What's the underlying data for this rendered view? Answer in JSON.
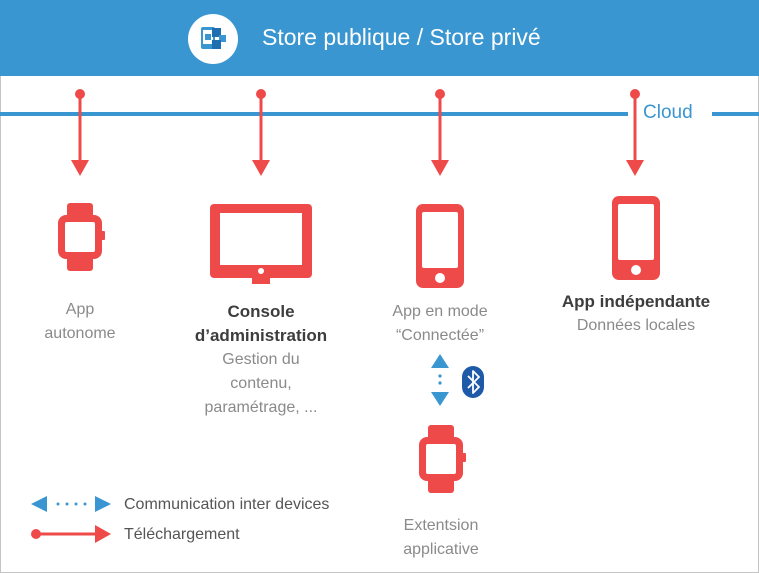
{
  "header": {
    "title": "Store publique / Store privé",
    "icon": "apps-store-icon"
  },
  "cloud_label": "Cloud",
  "colors": {
    "banner": "#3a96d0",
    "accent_red": "#ef4a4a",
    "cloud_line": "#3a96d0",
    "bluetooth": "#1f5aa8",
    "text_gray": "#8a8a8a",
    "text_dark": "#3d3d3d"
  },
  "devices": [
    {
      "id": "watch",
      "icon": "smartwatch-icon",
      "label_line1": "App",
      "label_line2": "autonome"
    },
    {
      "id": "desktop",
      "icon": "desktop-monitor-icon",
      "title_line1": "Console",
      "title_line2": "d’administration",
      "desc_line1": "Gestion du",
      "desc_line2": "contenu,",
      "desc_line3": "paramétrage, ..."
    },
    {
      "id": "phone-connected",
      "icon": "smartphone-icon",
      "label_line1": "App en mode",
      "label_line2": "“Connectée”"
    },
    {
      "id": "phone-independent",
      "icon": "smartphone-icon",
      "title": "App indépendante",
      "desc": "Données locales"
    },
    {
      "id": "watch-extension",
      "icon": "smartwatch-icon",
      "label_line1": "Extentsion",
      "label_line2": "applicative"
    }
  ],
  "connection": {
    "icon": "bluetooth-icon"
  },
  "legend": [
    {
      "type": "communication",
      "label": "Communication inter devices"
    },
    {
      "type": "download",
      "label": "Téléchargement"
    }
  ]
}
